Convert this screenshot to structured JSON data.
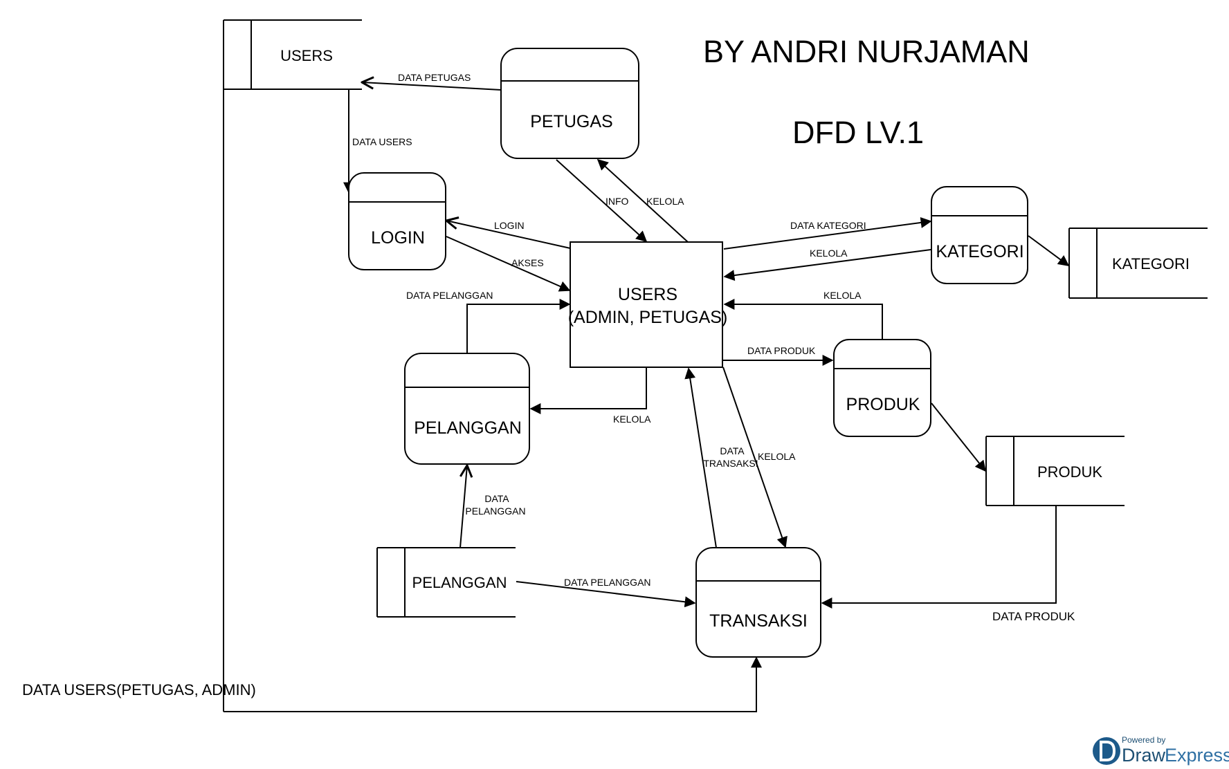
{
  "titles": {
    "author": "BY ANDRI NURJAMAN",
    "level": "DFD LV.1"
  },
  "processes": {
    "petugas": "PETUGAS",
    "login": "LOGIN",
    "kategori": "KATEGORI",
    "produk": "PRODUK",
    "pelanggan": "PELANGGAN",
    "transaksi": "TRANSAKSI"
  },
  "entity": {
    "line1": "USERS",
    "line2": "(ADMIN, PETUGAS)"
  },
  "stores": {
    "users": "USERS",
    "kategori": "KATEGORI",
    "produk": "PRODUK",
    "pelanggan": "PELANGGAN"
  },
  "flows": {
    "data_petugas": "DATA PETUGAS",
    "data_users": "DATA USERS",
    "info": "INFO",
    "kelola_petugas": "KELOLA",
    "login": "LOGIN",
    "akses": "AKSES",
    "data_kategori": "DATA KATEGORI",
    "kelola_kategori": "KELOLA",
    "kelola_produk": "KELOLA",
    "data_produk": "DATA PRODUK",
    "data_pelanggan_top": "DATA PELANGGAN",
    "kelola_pelanggan": "KELOLA",
    "data_transaksi_1": "DATA",
    "data_transaksi_2": "TRANSAKSI",
    "kelola_transaksi": "KELOLA",
    "data_pelanggan_store_1": "DATA",
    "data_pelanggan_store_2": "PELANGGAN",
    "data_pelanggan_transaksi": "DATA PELANGGAN",
    "data_produk_store": "DATA PRODUK",
    "data_users_bottom": "DATA USERS(PETUGAS, ADMIN)"
  },
  "watermark": {
    "powered_by": "Powered by",
    "brand_dark": "Draw",
    "brand_light": "Express",
    "colors": {
      "dark": "#1d4f73",
      "light": "#2e6fa3"
    }
  }
}
